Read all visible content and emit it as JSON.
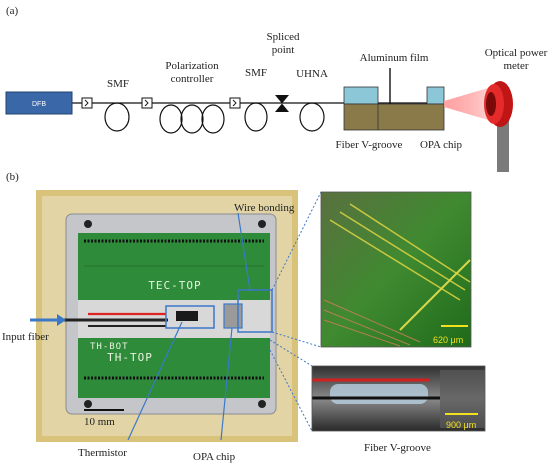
{
  "panel_a": {
    "label": "(a)",
    "dfb": "DFB",
    "smf1": "SMF",
    "polarization_controller": "Polarization\ncontroller",
    "smf2": "SMF",
    "spliced_point": "Spliced\npoint",
    "uhna": "UHNA",
    "aluminum_film": "Aluminum film",
    "optical_power_meter": "Optical power\nmeter",
    "fiber_vgroove": "Fiber V-groove",
    "opa_chip": "OPA chip"
  },
  "panel_b": {
    "label": "(b)",
    "wire_bonding": "Wire bonding",
    "input_fiber": "Input fiber",
    "pcb_top": "TEC-TOP",
    "pcb_bottom": "TH-TOP",
    "pcb_mid": "TH-BOT",
    "scale_main": "10 mm",
    "scale_inset1": "620 μm",
    "scale_inset2": "900 μm",
    "thermistor": "Thermistor",
    "opa_chip": "OPA chip",
    "fiber_vgroove": "Fiber V-groove"
  },
  "colors": {
    "dfb": "#3a67a8",
    "pcb": "#2e8b3a",
    "chip": "#8a7a4a",
    "vgroove_box": "#8cc7d8",
    "meter": "#d01818",
    "arrow": "#3c78c8"
  }
}
